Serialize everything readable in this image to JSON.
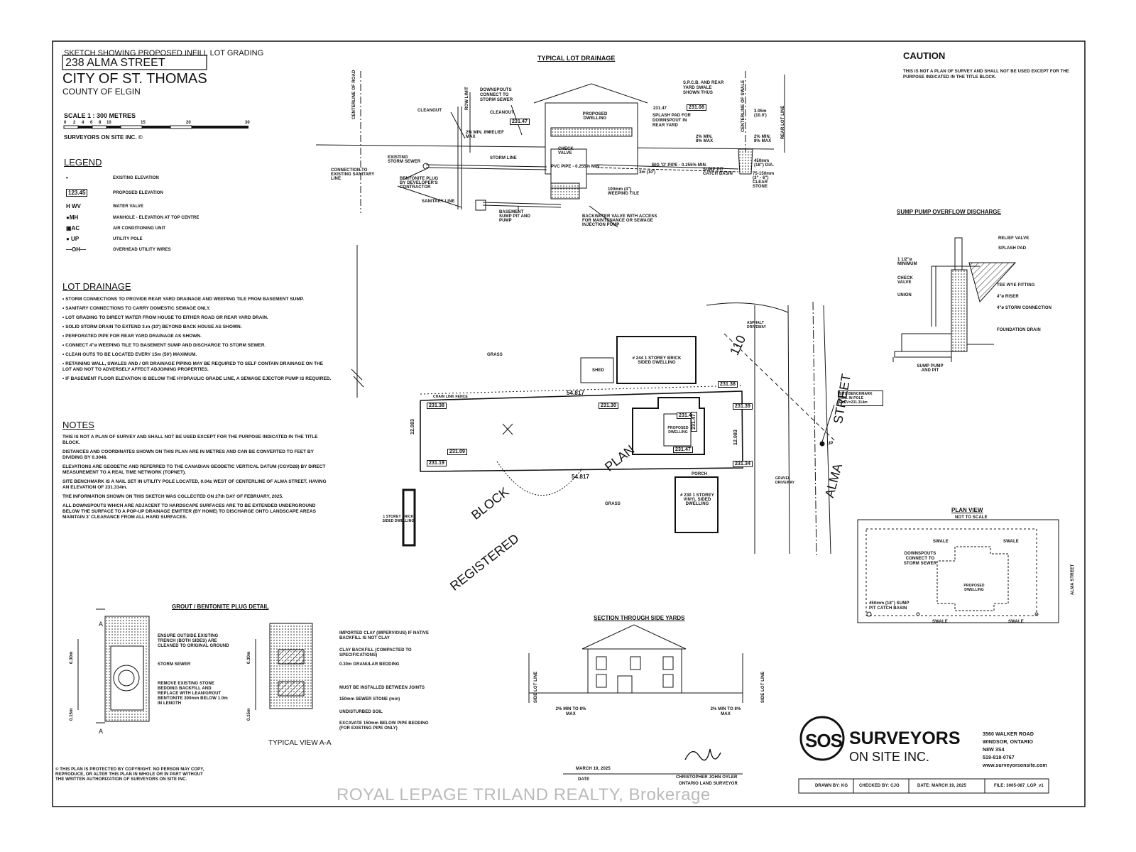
{
  "title_block": {
    "sketch_title": "SKETCH SHOWING PROPOSED INFILL LOT GRADING",
    "address": "238 ALMA STREET",
    "city": "CITY OF ST. THOMAS",
    "county": "COUNTY OF ELGIN",
    "scale": "SCALE 1 : 300 METRES",
    "scale_ticks": [
      "0",
      "2",
      "4",
      "6",
      "8",
      "10",
      "15",
      "20",
      "30"
    ],
    "copyright_mark": "SURVEYORS ON SITE INC. ©"
  },
  "legend": {
    "title": "LEGEND",
    "items": [
      {
        "symbol": "•",
        "label": "EXISTING ELEVATION"
      },
      {
        "symbol": "123.45",
        "label": "PROPOSED ELEVATION"
      },
      {
        "symbol": "H WV",
        "label": "WATER VALVE"
      },
      {
        "symbol": "●MH",
        "label": "MANHOLE - ELEVATION AT TOP CENTRE"
      },
      {
        "symbol": "▣AC",
        "label": "AIR CONDITIONING UNIT"
      },
      {
        "symbol": "● UP",
        "label": "UTILITY POLE"
      },
      {
        "symbol": "—OH—",
        "label": "OVERHEAD UTILITY WIRES"
      }
    ]
  },
  "lot_drainage": {
    "title": "LOT DRAINAGE",
    "items": [
      "• STORM CONNECTIONS TO PROVIDE REAR YARD DRAINAGE AND WEEPING TILE FROM BASEMENT SUMP.",
      "• SANITARY CONNECTIONS TO CARRY DOMESTIC SEWAGE ONLY.",
      "• LOT GRADING TO DIRECT WATER FROM HOUSE TO EITHER ROAD OR REAR YARD DRAIN.",
      "• SOLID STORM DRAIN TO EXTEND 3.m (10') BEYOND BACK HOUSE AS SHOWN.",
      "• PERFORATED PIPE FOR REAR YARD DRAINAGE AS SHOWN.",
      "• CONNECT 4\"ø WEEPING TILE TO BASEMENT SUMP AND DISCHARGE TO STORM SEWER.",
      "• CLEAN OUTS TO BE LOCATED EVERY 15m (50') MAXIMUM.",
      "• RETAINING WALL, SWALES AND / OR DRAINAGE PIPING MAY BE REQUIRED TO SELF CONTAIN DRAINAGE ON THE LOT AND NOT TO ADVERSELY AFFECT ADJOINING PROPERTIES.",
      "• IF BASEMENT FLOOR ELEVATION IS BELOW THE HYDRAULIC GRADE LINE, A SEWAGE EJECTOR PUMP IS REQUIRED."
    ]
  },
  "notes": {
    "title": "NOTES",
    "items": [
      "THIS IS NOT A PLAN OF SURVEY AND SHALL NOT BE USED EXCEPT FOR THE PURPOSE INDICATED IN THE TITLE BLOCK.",
      "DISTANCES AND COORDINATES SHOWN ON THIS PLAN ARE IN METRES AND CAN BE CONVERTED TO FEET BY DIVIDING BY 0.3048.",
      "ELEVATIONS ARE GEODETIC AND REFERRED TO THE CANADIAN GEODETIC VERTICAL DATUM (CGVD28) BY DIRECT MEASUREMENT TO A REAL TIME NETWORK (TOPNET).",
      "SITE BENCHMARK IS A NAIL SET IN UTILITY POLE LOCATED, 0.04± WEST OF CENTERLINE OF ALMA STREET, HAVING AN ELEVATION OF 231.314m.",
      "THE INFORMATION SHOWN ON THIS SKETCH WAS COLLECTED ON 27th DAY OF FEBRUARY, 2025.",
      "ALL DOWNSPOUTS WHICH ARE ADJACENT TO HARDSCAPE SURFACES ARE TO BE EXTENDED UNDERGROUND BELOW THE SURFACE TO A POP-UP DRAINAGE EMITTER (BY HOME) TO DISCHARGE ONTO LANDSCAPE AREAS MAINTAIN 3' CLEARANCE FROM ALL HARD SURFACES."
    ]
  },
  "typical_lot_drainage": {
    "title": "TYPICAL LOT DRAINAGE",
    "labels": {
      "centerline_road": "CENTERLINE OF ROAD",
      "row_limit": "ROW LIMIT",
      "cleanout_1": "CLEANOUT",
      "cleanout_2": "CLEANOUT",
      "downspouts": "DOWNSPOUTS CONNECT TO STORM SEWER",
      "proposed_dwelling": "PROPOSED DWELLING",
      "elev_231_47": "231.47",
      "splash_pad": "SPLASH PAD FOR DOWNSPOUT IN REAR YARD",
      "elev_231_08": "231.08",
      "spcb": "S.P.C.B. AND REAR YARD SWALE SHOWN THUS",
      "centerline_swale": "CENTERLINE OF SWALE",
      "rear_lot_line": "REAR LOT LINE",
      "dist_305": "3.05m (10.0')",
      "min_2pct_a": "2% MIN. 8% MAX",
      "relief": "RELIEF",
      "min_2pct_b": "2% MIN. 8% MAX",
      "min_2pct_c": "2% MIN. 8% MAX",
      "check_valve": "CHECK VALVE",
      "existing_storm": "EXISTING STORM SEWER",
      "storm_line": "STORM LINE",
      "pvc_pipe": "PVC PIPE - 0.255% MIN.",
      "big_o": "BIG 'O' PIPE - 0.255% MIN.",
      "three_m": "3m (10')",
      "sump_pit": "SUMP PIT CATCH BASIN",
      "mm450": "450mm (18\") DIA.",
      "clear_stone": "75-150mm (3\" - 6\") CLEAR STONE",
      "connection": "CONNECTION TO EXISTING SANITARY LINE",
      "bentonite": "BENTONITE PLUG BY DEVELOPER'S CONTRACTOR",
      "weeping": "100mm (4\") WEEPING TILE",
      "sanitary_line": "SANITARY LINE",
      "basement_sump": "BASEMENT SUMP PIT AND PUMP",
      "backwater": "BACKWATER VALVE WITH ACCESS FOR MAINTENANCE OR SEWAGE INJECTION PUMP"
    }
  },
  "caution": {
    "title": "CAUTION",
    "text": "THIS IS NOT A PLAN OF SURVEY AND SHALL NOT BE USED EXCEPT FOR THE PURPOSE INDICATED IN THE TITLE BLOCK."
  },
  "sump_pump": {
    "title": "SUMP PUMP OVERFLOW DISCHARGE",
    "labels": {
      "relief": "RELIEF VALVE",
      "splash": "SPLASH PAD",
      "min": "1 1/2\"ø MINIMUM",
      "check": "CHECK VALVE",
      "union": "UNION",
      "tee": "TEE WYE FITTING",
      "riser": "4\"ø RISER",
      "storm": "4\"ø STORM CONNECTION",
      "drain": "FOUNDATION DRAIN",
      "pit": "SUMP PUMP AND PIT"
    }
  },
  "site_plan": {
    "block": "BLOCK",
    "plan": "PLAN",
    "registered": "REGISTERED",
    "alma": "ALMA",
    "street": "STREET",
    "number": "110",
    "lot_dim_top": "54.817",
    "lot_dim_bottom": "54.817",
    "lot_dim_left": "12.083",
    "lot_dim_right": "12.083",
    "grass": "GRASS",
    "shed": "SHED",
    "house_north": "# 244 1 STOREY BRICK SIDED DWELLING",
    "house_south": "# 230 1 STOREY VINYL SIDED DWELLING",
    "house_west": "1 STOREY BRICK SIDED DWELLING",
    "proposed": "PROPOSED DWELLING",
    "asphalt": "ASPHALT DRIVEWAY",
    "gravel": "GRAVEL DRIVEWAY",
    "porch": "PORCH",
    "up": "UP",
    "benchmark": "SITE BENCHMARK NAIL IN POLE ELEV=231.314m",
    "fence": "CHAIN LINK FENCE",
    "proposed_elevs": {
      "p1": "231.38",
      "p2": "231.30",
      "p3": "231.38",
      "p4": "231.39",
      "p5": "231.47",
      "p6": "231.47",
      "p7": "231.47",
      "p8": "231.09",
      "p9": "231.19",
      "p10": "231.34"
    }
  },
  "plan_view": {
    "title": "PLAN VIEW",
    "subtitle": "NOT TO SCALE",
    "swale1": "SWALE",
    "swale2": "SWALE",
    "swale3": "SWALE",
    "swale4": "SWALE",
    "downspouts": "DOWNSPOUTS CONNECT TO STORM SEWER",
    "dwelling": "PROPOSED DWELLING",
    "sump": "450mm (18\") SUMP PIT CATCH BASIN",
    "street": "ALMA STREET"
  },
  "grout": {
    "title": "GROUT / BENTONITE PLUG DETAIL",
    "typical_view": "TYPICAL VIEW A-A",
    "a_top": "A",
    "a_bot": "A",
    "dim_030_a": "0.30m",
    "dim_015_a": "0.15m",
    "dim_030_b": "0.30m",
    "dim_015_b": "0.15m",
    "l_ensure": "ENSURE OUTSIDE EXISTING TRENCH (BOTH SIDES) ARE CLEANED TO ORIGINAL GROUND",
    "l_storm": "STORM SEWER",
    "l_remove": "REMOVE EXISTING STONE BEDDING BACKFILL AND REPLACE WITH LEAN/GROUT BENTONITE 300mm BELOW 1.0m IN LENGTH",
    "l_imported": "IMPORTED CLAY (IMPERVIOUS) IF NATIVE BACKFILL IS NOT CLAY",
    "l_clay": "CLAY BACKFILL (COMPACTED TO SPECIFICATIONS)",
    "l_bedding": "0.30m GRANULAR BEDDING",
    "l_must": "MUST BE INSTALLED BETWEEN JOINTS",
    "l_150": "150mm SEWER STONE (min)",
    "l_undisturbed": "UNDISTURBED SOIL",
    "l_excavate": "EXCAVATE 150mm BELOW PIPE BEDDING (FOR EXISTING PIPE ONLY)"
  },
  "section": {
    "title": "SECTION THROUGH SIDE YARDS",
    "left_lot": "SIDE LOT LINE",
    "right_lot": "SIDE LOT LINE",
    "left_slope": "2% MIN TO 8% MAX",
    "right_slope": "2% MIN TO 8% MAX"
  },
  "company": {
    "logo": "SOS",
    "name1": "SURVEYORS",
    "name2": "ON SITE INC.",
    "addr1": "3560 WALKER ROAD",
    "addr2": "WINDSOR, ONTARIO",
    "addr3": "N8W 3S4",
    "phone": "519-818-0767",
    "web": "www.surveyorsonsite.com"
  },
  "signature": {
    "date": "MARCH 19, 2025",
    "date_label": "DATE",
    "name": "CHRISTOPHER JOHN OYLER",
    "role": "ONTARIO LAND SURVEYOR"
  },
  "footer": {
    "drawn": "DRAWN BY: KG",
    "checked": "CHECKED BY: CJO",
    "date": "DATE: MARCH 19, 2025",
    "file": "FILE: 3005-087_LGP_v1",
    "copyright": "© THIS PLAN IS PROTECTED BY COPYRIGHT. NO PERSON MAY COPY, REPRODUCE, OR ALTER THIS PLAN IN WHOLE OR IN PART WITHOUT THE WRITTEN AUTHORIZATION OF SURVEYORS ON SITE INC."
  },
  "watermark": "ROYAL LEPAGE TRILAND REALTY, Brokerage"
}
